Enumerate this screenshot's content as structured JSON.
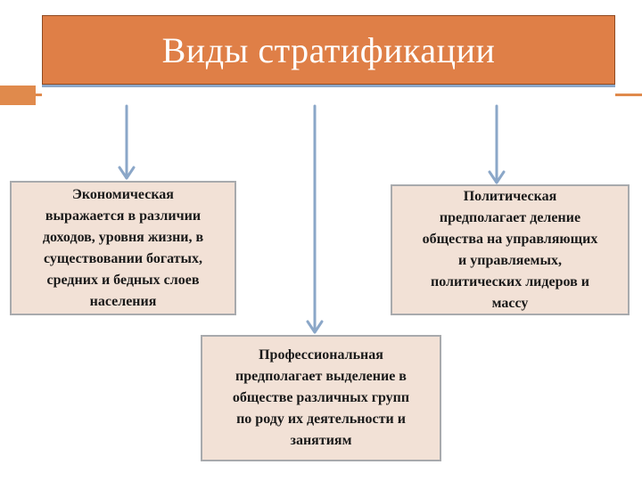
{
  "title": "Виды стратификации",
  "boxes": {
    "economic": "Экономическая\nвыражается в различии\nдоходов, уровня жизни, в\nсуществовании богатых,\nсредних и бедных слоев\nнаселения",
    "political": "Политическая\nпредполагает деление\nобщества на управляющих\nи управляемых,\nполитических лидеров и\nмассу",
    "professional": "Профессиональная\nпредполагает выделение в\nобществе различных групп\nпо роду их деятельности и\nзанятиям"
  },
  "colors": {
    "title_fill": "#DF7F47",
    "accent": "#E08A4C",
    "box_fill": "#F2E1D6",
    "arrow": "#8BA7C8"
  }
}
